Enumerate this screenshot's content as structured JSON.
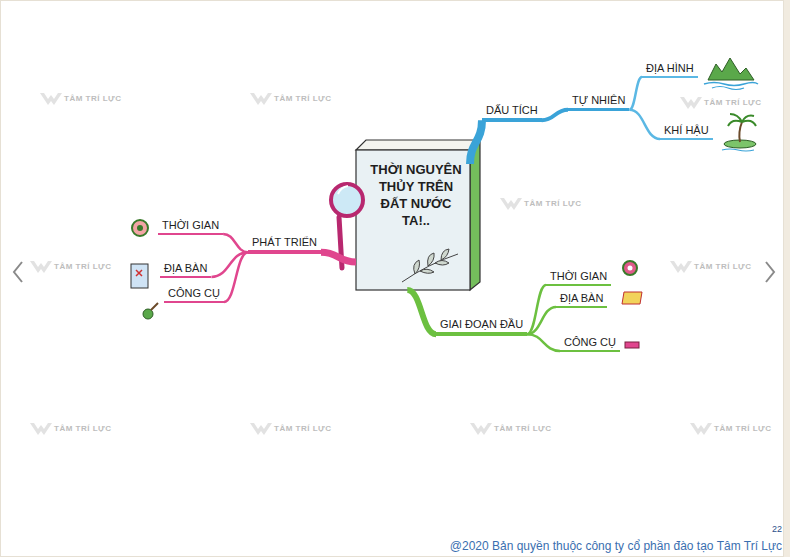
{
  "diagram": {
    "caption": "@2020 Bản quyền thuộc công ty cổ phần đào tạo Tâm Trí Lực",
    "nodes": [
      {
        "text": [
          "THỜI NGUYÊN THỦY TRÊN ĐẤT NƯỚC TA!.."
        ]
      },
      {
        "text": [
          "DẤU TÍCH"
        ]
      },
      {
        "text": [
          "TỰ NHIÊN"
        ]
      },
      {
        "text": [
          "ĐỊA HÌNH"
        ]
      },
      {
        "text": [
          "KHÍ HẬU"
        ]
      },
      {
        "text": [
          "PHÁT TRIỂN"
        ]
      },
      {
        "text": [
          "THỜI GIAN"
        ]
      },
      {
        "text": [
          "ĐỊA BÀN"
        ]
      },
      {
        "text": [
          "CÔNG CỤ"
        ]
      },
      {
        "text": [
          "GIAI ĐOẠN ĐẦU"
        ]
      },
      {
        "text": [
          "THỜI GIAN"
        ]
      },
      {
        "text": [
          "ĐỊA BÀN"
        ]
      },
      {
        "text": [
          "CÔNG CỤ"
        ]
      }
    ],
    "edges": [
      {
        "from": 0,
        "to": 1,
        "arrow": "none"
      },
      {
        "from": 1,
        "to": 2,
        "arrow": "none"
      },
      {
        "from": 2,
        "to": 3,
        "arrow": "none"
      },
      {
        "from": 2,
        "to": 4,
        "arrow": "none"
      },
      {
        "from": 0,
        "to": 5,
        "arrow": "none"
      },
      {
        "from": 5,
        "to": 6,
        "arrow": "none"
      },
      {
        "from": 5,
        "to": 7,
        "arrow": "none"
      },
      {
        "from": 5,
        "to": 8,
        "arrow": "none"
      },
      {
        "from": 0,
        "to": 9,
        "arrow": "none"
      },
      {
        "from": 9,
        "to": 10,
        "arrow": "none"
      },
      {
        "from": 9,
        "to": 11,
        "arrow": "none"
      },
      {
        "from": 9,
        "to": 12,
        "arrow": "none"
      }
    ],
    "labels": [
      "TÂM TRÍ LỰC",
      "TÂM TRÍ LỰC",
      "TÂM TRÍ LỰC",
      "TÂM TRÍ LỰC",
      "TÂM TRÍ LỰC",
      "TÂM TRÍ LỰC",
      "TÂM TRÍ LỰC",
      "TÂM TRÍ LỰC",
      "TÂM TRÍ LỰC",
      "TÂM TRÍ LỰC",
      "22"
    ]
  }
}
